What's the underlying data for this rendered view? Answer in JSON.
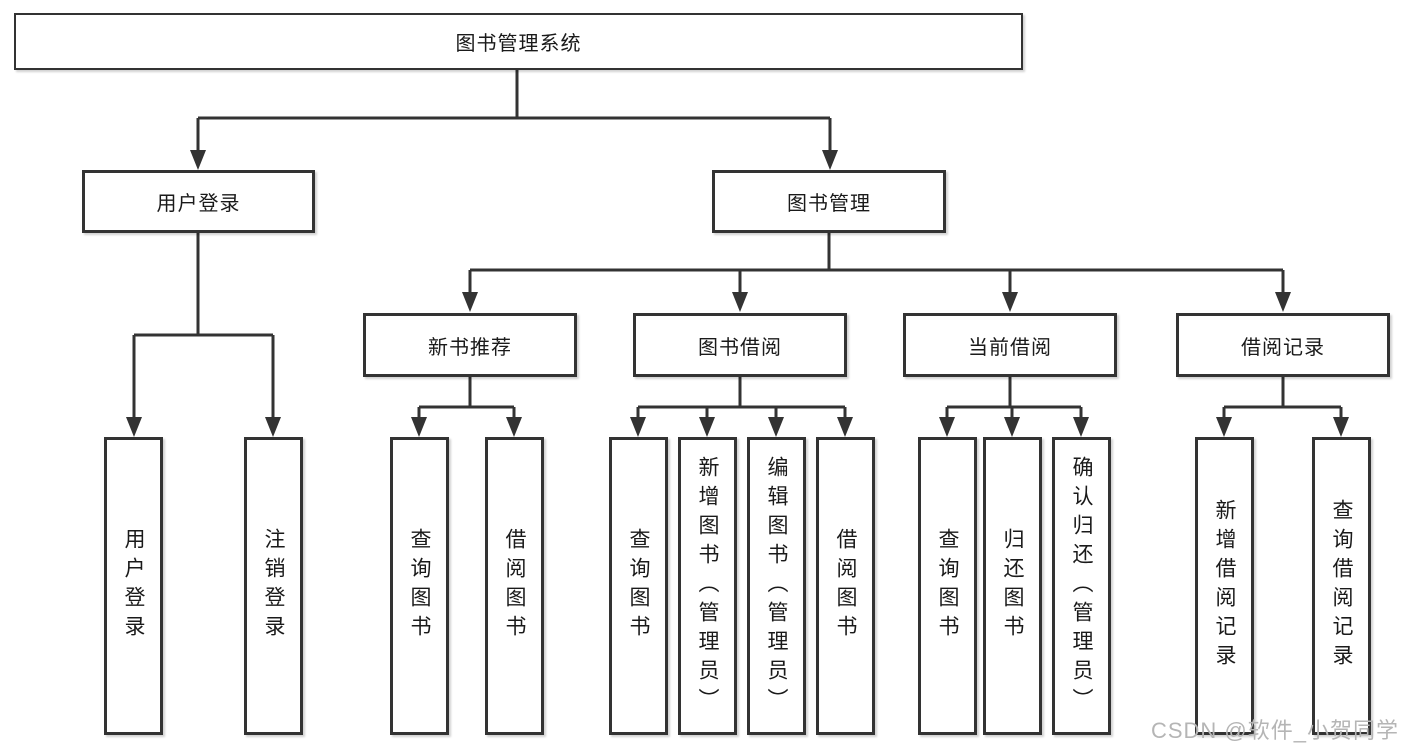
{
  "diagram": {
    "title": "图书管理系统",
    "level2": [
      "用户登录",
      "图书管理"
    ],
    "level3": [
      "新书推荐",
      "图书借阅",
      "当前借阅",
      "借阅记录"
    ],
    "leaves": {
      "user_login": [
        "用户登录",
        "注销登录"
      ],
      "new_books": [
        "查询图书",
        "借阅图书"
      ],
      "book_borrowing": [
        "查询图书",
        "新增图书（管理员）",
        "编辑图书（管理员）",
        "借阅图书"
      ],
      "current_borrowing": [
        "查询图书",
        "归还图书",
        "确认归还（管理员）"
      ],
      "borrowing_records": [
        "新增借阅记录",
        "查询借阅记录"
      ]
    }
  },
  "watermark": "CSDN @软件_小贺同学",
  "colors": {
    "background": "#ffffff",
    "line": "#333333",
    "box_border": "#333333",
    "text": "#1a1a1a",
    "watermark": "#b5b5b5"
  }
}
